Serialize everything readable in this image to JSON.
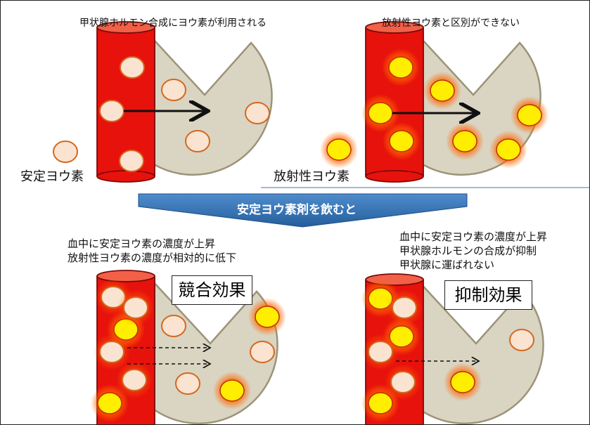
{
  "panels": {
    "top_left_title": "甲状腺ホルモン合成にヨウ素が利用される",
    "top_right_title": "放射性ヨウ素と区別ができない",
    "stable_iodine_label": "安定ヨウ素",
    "radio_iodine_label": "放射性ヨウ素",
    "banner": "安定ヨウ素剤を飲むと",
    "bottom_left_lines": [
      "血中に安定ヨウ素の濃度が上昇",
      "放射性ヨウ素の濃度が相対的に低下"
    ],
    "bottom_right_lines": [
      "血中に安定ヨウ素の濃度が上昇",
      "甲状腺ホルモンの合成が抑制",
      "甲状腺に運ばれない"
    ],
    "effect_left": "競合効果",
    "effect_right": "抑制効果"
  },
  "colors": {
    "vessel": "#e8120c",
    "thyroid": "#dad4c2",
    "stable_fill": "#fbe3d2",
    "stable_stroke": "#d2691e",
    "radio_fill": "#ffee00",
    "banner": "#2f6fb0"
  }
}
